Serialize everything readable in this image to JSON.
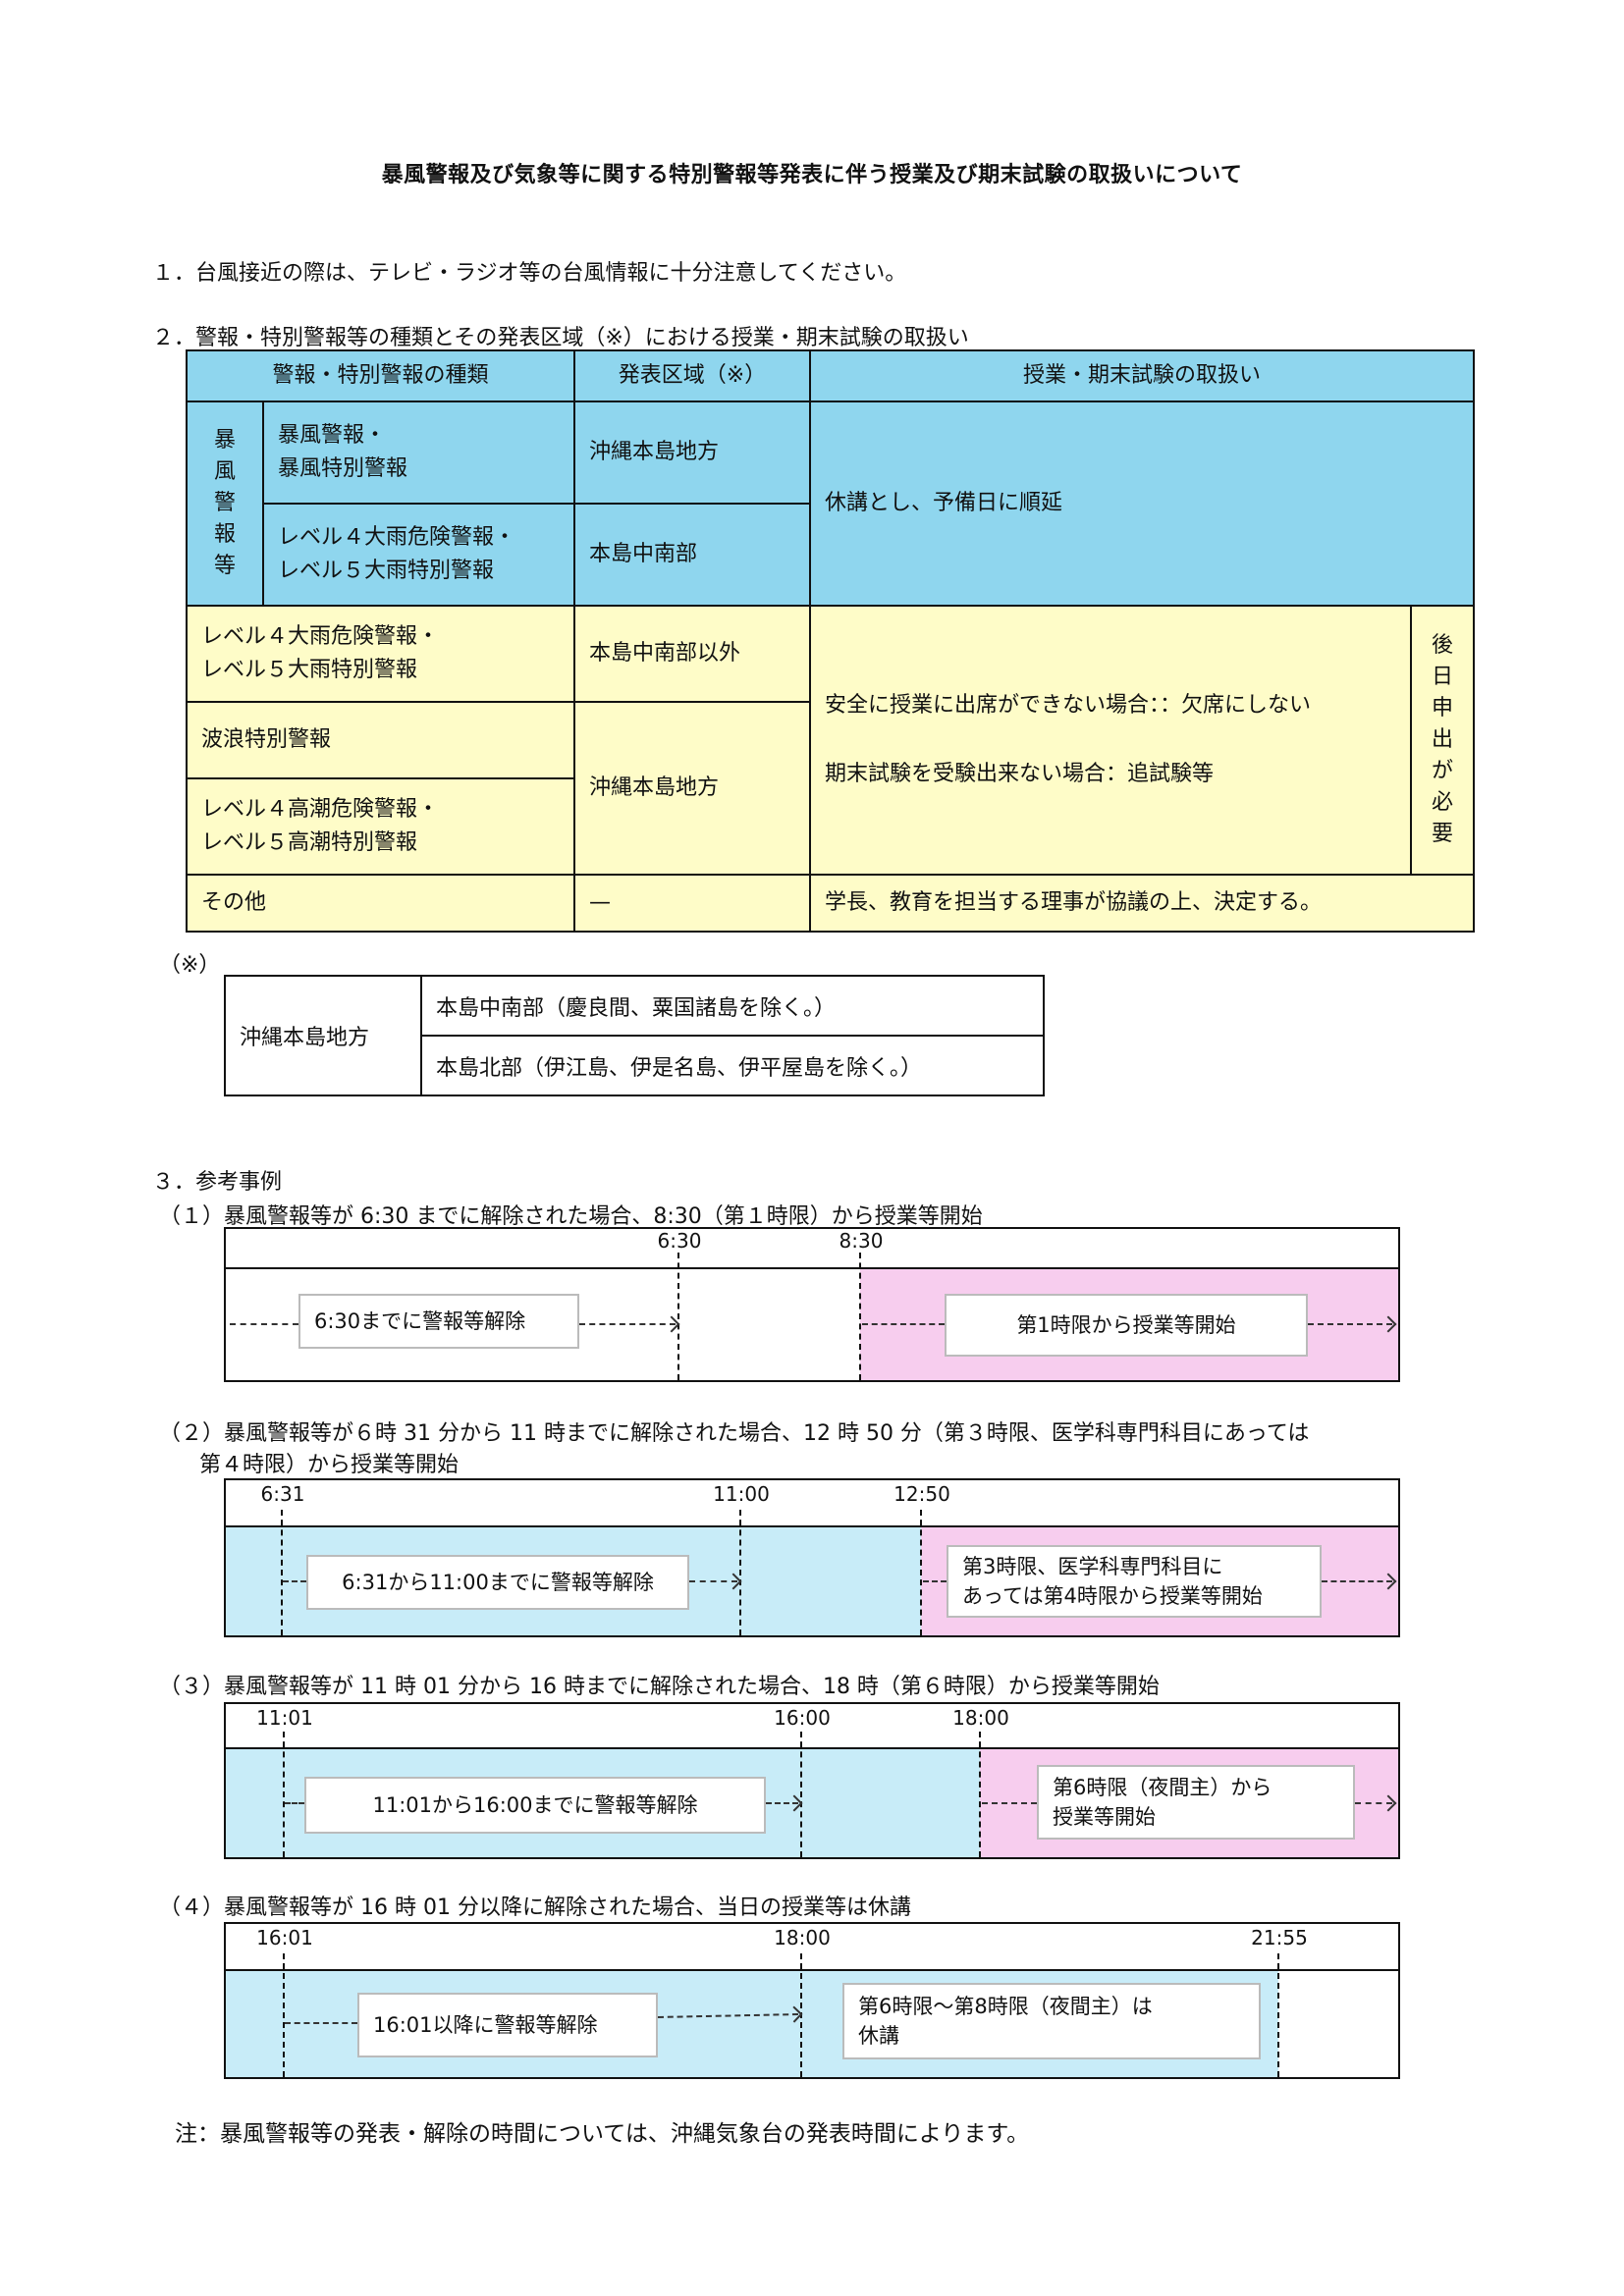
{
  "title": "暴風警報及び気象等に関する特別警報等発表に伴う授業及び期末試験の取扱いについて",
  "item1": "１．台風接近の際は、テレビ・ラジオ等の台風情報に十分注意してください。",
  "item2": "２．警報・特別警報等の種類とその発表区域（※）における授業・期末試験の取扱い",
  "table": {
    "headers": [
      "警報・特別警報の種類",
      "発表区域（※）",
      "授業・期末試験の取扱い"
    ],
    "group_label": [
      "暴",
      "風",
      "警",
      "報",
      "等"
    ],
    "r1_type": "暴風警報・",
    "r1_type2": "暴風特別警報",
    "r1_area": "沖縄本島地方",
    "r2_type": "レベル４大雨危険警報・",
    "r2_type2": "レベル５大雨特別警報",
    "r2_area": "本島中南部",
    "blue_handling": "休講とし、予備日に順延",
    "r3_type": "レベル４大雨危険警報・",
    "r3_type2": "レベル５大雨特別警報",
    "r3_area": "本島中南部以外",
    "r4_type": "波浪特別警報",
    "r5_type": "レベル４高潮危険警報・",
    "r5_type2": "レベル５高潮特別警報",
    "r45_area": "沖縄本島地方",
    "yellow_handling1": "安全に授業に出席ができない場合：：欠席にしない",
    "yellow_handling2": "期末試験を受験出来ない場合：追試験等",
    "side_note": [
      "後",
      "日",
      "申",
      "出",
      "が",
      "必",
      "要"
    ],
    "other_type": "その他",
    "other_area": "—",
    "other_handling": "学長、教育を担当する理事が協議の上、決定する。"
  },
  "note_mark": "（※）",
  "region": {
    "label": "沖縄本島地方",
    "row1": "本島中南部（慶良間、粟国諸島を除く。）",
    "row2": "本島北部（伊江島、伊是名島、伊平屋島を除く。）"
  },
  "item3": "３．参考事例",
  "case1": {
    "caption": "（１）暴風警報等が 6:30 までに解除された場合、8:30（第１時限）から授業等開始",
    "t1": "6:30",
    "t2": "8:30",
    "box1": "6:30までに警報等解除",
    "box2": "第1時限から授業等開始"
  },
  "case2": {
    "caption1": "（２）暴風警報等が６時 31 分から 11 時までに解除された場合、12 時 50 分（第３時限、医学科専門科目にあっては",
    "caption2": "第４時限）から授業等開始",
    "t1": "6:31",
    "t2": "11:00",
    "t3": "12:50",
    "box1": "6:31から11:00までに警報等解除",
    "box2a": "第3時限、医学科専門科目に",
    "box2b": "あっては第4時限から授業等開始"
  },
  "case3": {
    "caption": "（３）暴風警報等が 11 時 01 分から 16 時までに解除された場合、18 時（第６時限）から授業等開始",
    "t1": "11:01",
    "t2": "16:00",
    "t3": "18:00",
    "box1": "11:01から16:00までに警報等解除",
    "box2a": "第6時限（夜間主）から",
    "box2b": "授業等開始"
  },
  "case4": {
    "caption": "（４）暴風警報等が 16 時 01 分以降に解除された場合、当日の授業等は休講",
    "t1": "16:01",
    "t2": "18:00",
    "t3": "21:55",
    "box1": "16:01以降に警報等解除",
    "box2a": "第6時限～第8時限（夜間主）は",
    "box2b": "休講"
  },
  "footnote": "注：暴風警報等の発表・解除の時間については、沖縄気象台の発表時間によります。",
  "colors": {
    "blue": "#8fd6ee",
    "yellow": "#fefcc8",
    "light_blue": "#c8ecf8",
    "pink": "#f7cdee"
  }
}
